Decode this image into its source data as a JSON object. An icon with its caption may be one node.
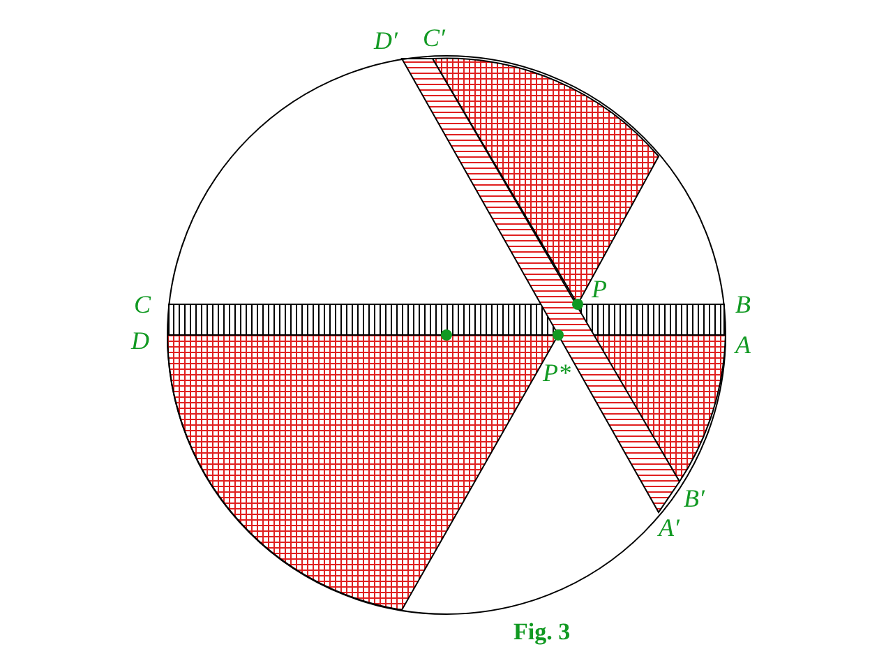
{
  "diagram": {
    "caption": "Fig. 3",
    "labels": [
      "D′",
      "C′",
      "C",
      "P",
      "B",
      "D",
      "P*",
      "A",
      "B′",
      "A′"
    ]
  }
}
